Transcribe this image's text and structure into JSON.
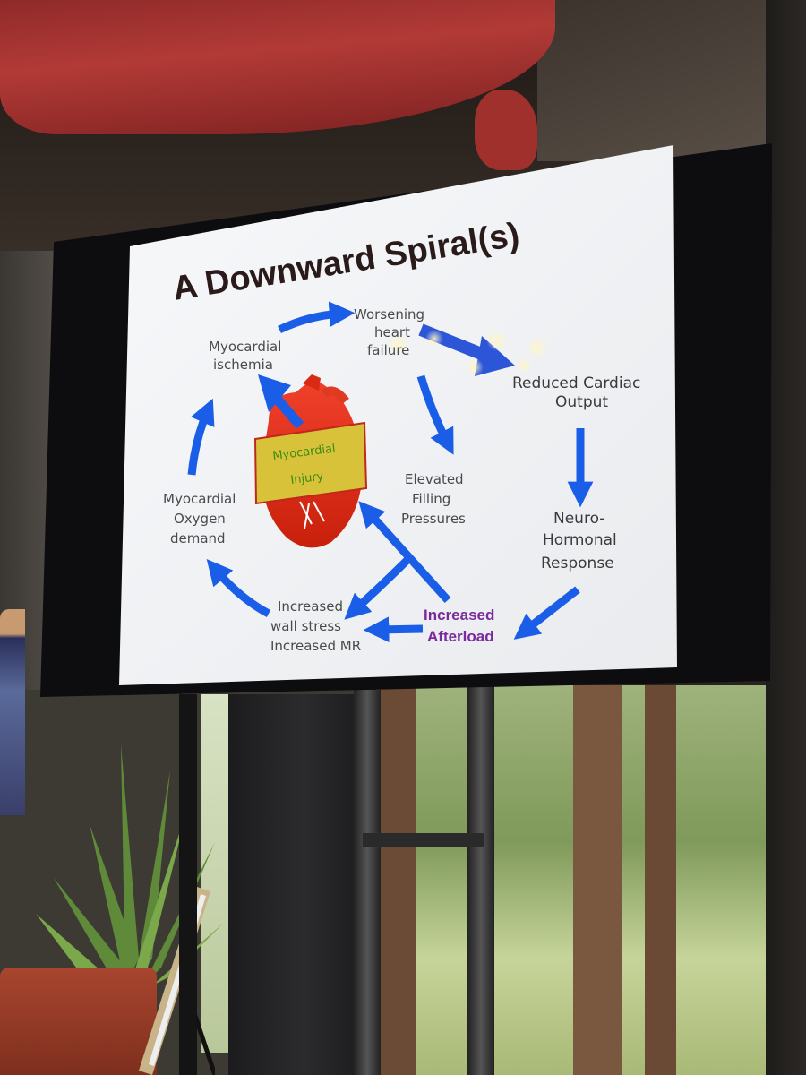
{
  "slide": {
    "title": "A Downward Spiral(s)",
    "center_box": {
      "line1": "Myocardial",
      "line2": "Injury"
    },
    "nodes": {
      "worsening_hf": [
        "Worsening",
        "heart",
        "failure"
      ],
      "myocardial_ischemia": [
        "Myocardial",
        "ischemia"
      ],
      "reduced_co": [
        "Reduced Cardiac",
        "Output"
      ],
      "elevated_fp": [
        "Elevated",
        "Filling",
        "Pressures"
      ],
      "oxygen_demand": [
        "Myocardial",
        "Oxygen",
        "demand"
      ],
      "neuro_hormonal": [
        "Neuro-",
        "Hormonal",
        "Response"
      ],
      "wall_stress": [
        "Increased",
        "wall stress",
        "Increased MR"
      ],
      "afterload": [
        "Increased",
        "Afterload"
      ]
    }
  },
  "colors": {
    "arrow_blue": "#1a5ee8",
    "slide_bg": "#f4f5f7",
    "heart_red": "#e0301a",
    "box_yellow": "#d8c23a",
    "afterload_purple": "#7a2a9a"
  }
}
